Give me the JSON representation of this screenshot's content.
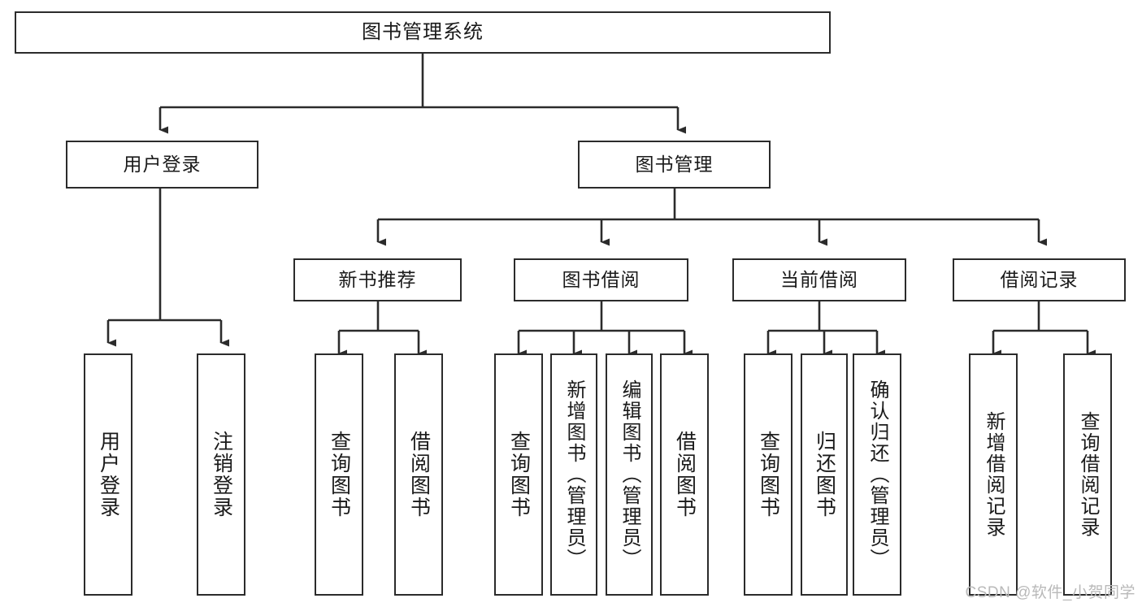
{
  "diagram": {
    "title": "图书管理系统",
    "type": "hierarchy-tree",
    "watermark": "CSDN @软件_小贺同学",
    "colors": {
      "border": "#2b2b2b",
      "fill": "#ffffff",
      "edge": "#2b2b2b",
      "text": "#1a1a1a",
      "watermark": "#b9b9b9"
    },
    "levels": {
      "root": "系统",
      "level2": "模块",
      "level3": "子模块",
      "leaf": "功能"
    }
  },
  "nodes": {
    "root": {
      "label": "图书管理系统",
      "orientation": "horizontal"
    },
    "level2": [
      {
        "id": "user-login",
        "label": "用户登录",
        "orientation": "horizontal"
      },
      {
        "id": "book-manage",
        "label": "图书管理",
        "orientation": "horizontal"
      }
    ],
    "level3": [
      {
        "id": "new-book-rec",
        "label": "新书推荐",
        "orientation": "horizontal",
        "parent": "book-manage"
      },
      {
        "id": "book-borrow",
        "label": "图书借阅",
        "orientation": "horizontal",
        "parent": "book-manage"
      },
      {
        "id": "current-borrow",
        "label": "当前借阅",
        "orientation": "horizontal",
        "parent": "book-manage"
      },
      {
        "id": "borrow-record",
        "label": "借阅记录",
        "orientation": "horizontal",
        "parent": "book-manage"
      }
    ],
    "leaves": [
      {
        "id": "leaf-user-login",
        "label": "用户登录",
        "orientation": "vertical",
        "parent": "user-login"
      },
      {
        "id": "leaf-user-logout",
        "label": "注销登录",
        "orientation": "vertical",
        "parent": "user-login"
      },
      {
        "id": "leaf-query-book-1",
        "label": "查询图书",
        "orientation": "vertical",
        "parent": "new-book-rec"
      },
      {
        "id": "leaf-borrow-book-1",
        "label": "借阅图书",
        "orientation": "vertical",
        "parent": "new-book-rec"
      },
      {
        "id": "leaf-query-book-2",
        "label": "查询图书",
        "orientation": "vertical",
        "parent": "book-borrow"
      },
      {
        "id": "leaf-add-book",
        "label": "新增图书（管理员）",
        "orientation": "vertical",
        "parent": "book-borrow"
      },
      {
        "id": "leaf-edit-book",
        "label": "编辑图书（管理员）",
        "orientation": "vertical",
        "parent": "book-borrow"
      },
      {
        "id": "leaf-borrow-book-2",
        "label": "借阅图书",
        "orientation": "vertical",
        "parent": "book-borrow"
      },
      {
        "id": "leaf-query-book-3",
        "label": "查询图书",
        "orientation": "vertical",
        "parent": "current-borrow"
      },
      {
        "id": "leaf-return-book",
        "label": "归还图书",
        "orientation": "vertical",
        "parent": "current-borrow"
      },
      {
        "id": "leaf-confirm-return",
        "label": "确认归还（管理员）",
        "orientation": "vertical",
        "parent": "current-borrow"
      },
      {
        "id": "leaf-add-record",
        "label": "新增借阅记录",
        "orientation": "vertical",
        "parent": "borrow-record"
      },
      {
        "id": "leaf-query-record",
        "label": "查询借阅记录",
        "orientation": "vertical",
        "parent": "borrow-record"
      }
    ]
  }
}
